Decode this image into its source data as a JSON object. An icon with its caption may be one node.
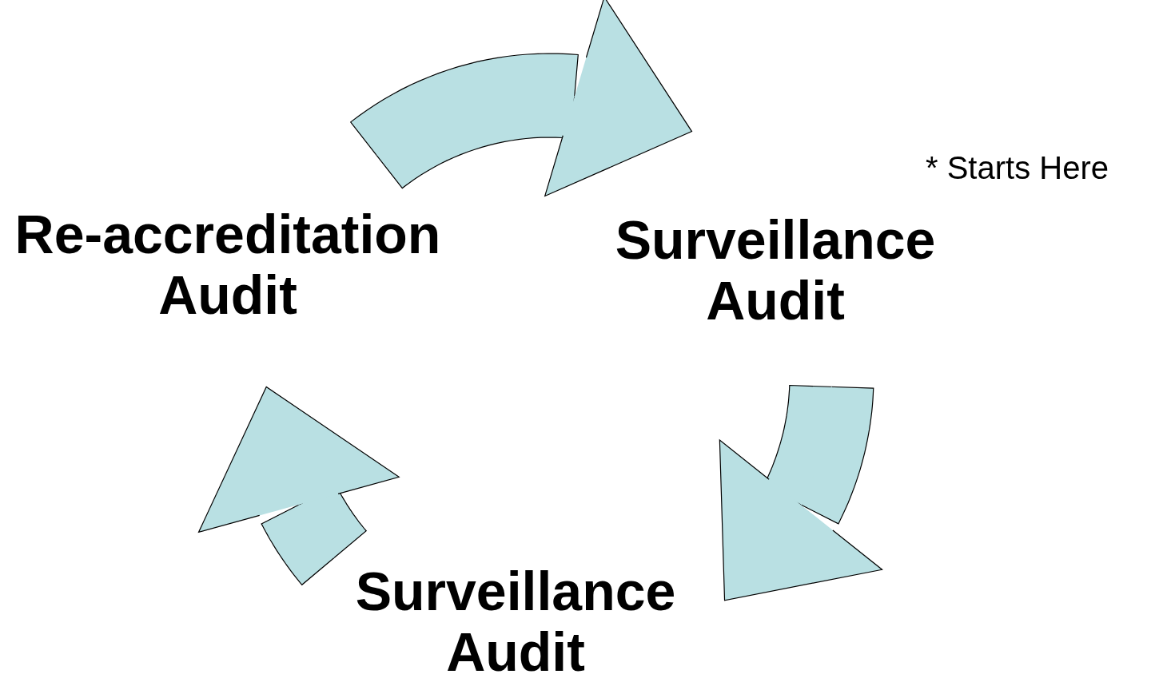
{
  "diagram": {
    "nodes": [
      {
        "text": [
          "Re-accreditation Audit"
        ]
      },
      {
        "text": [
          "Surveillance Audit"
        ]
      },
      {
        "text": [
          "Surveillance Audit"
        ]
      }
    ],
    "edges": [
      {
        "from": 0,
        "to": 1,
        "arrow": "to"
      },
      {
        "from": 1,
        "to": 2,
        "arrow": "to"
      },
      {
        "from": 2,
        "to": 0,
        "arrow": "to"
      }
    ],
    "labels": [
      "* Starts Here"
    ]
  }
}
